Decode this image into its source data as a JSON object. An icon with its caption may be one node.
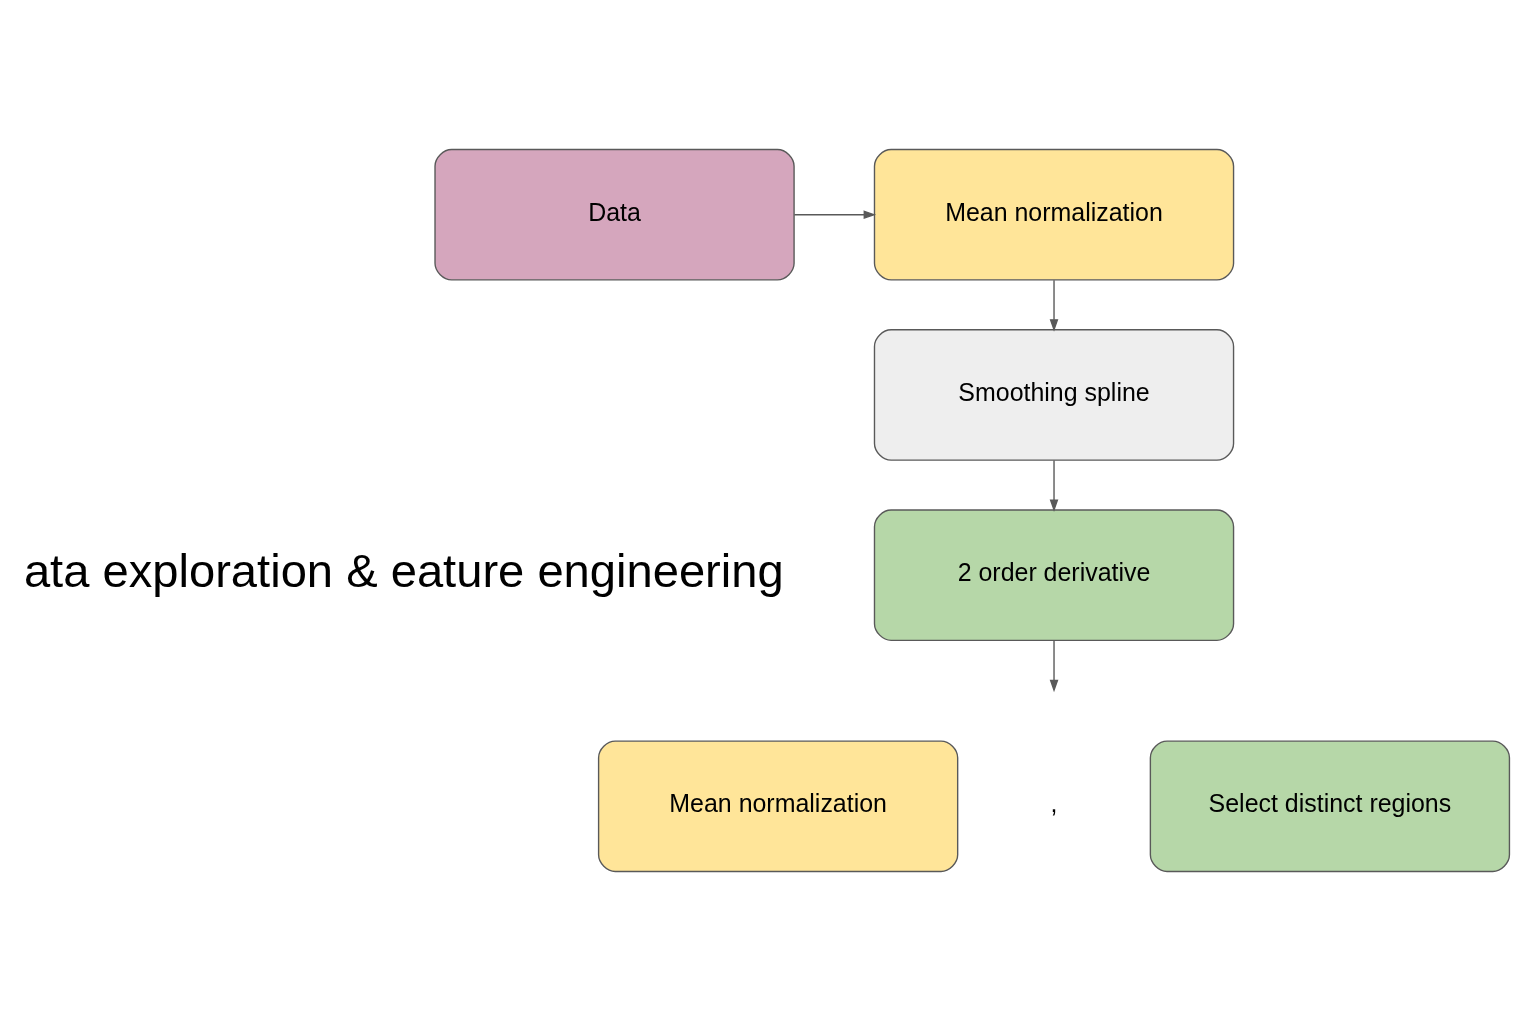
{
  "diagram": {
    "nodes": [
      {
        "text": [
          "Data"
        ]
      },
      {
        "text": [
          "Mean normalization"
        ]
      },
      {
        "text": [
          "Smoothing spline"
        ]
      },
      {
        "text": [
          "2 order derivative"
        ]
      },
      {
        "text": [
          "Mean normalization"
        ]
      },
      {
        "text": [
          "Select distinct regions"
        ]
      }
    ],
    "edges": [
      {
        "from": 0,
        "to": 1,
        "arrow": "to"
      },
      {
        "from": 1,
        "to": 2,
        "arrow": "to"
      },
      {
        "from": 2,
        "to": 3,
        "arrow": "to"
      },
      {
        "from": 3,
        "to": null,
        "arrow": "to"
      }
    ],
    "labels": [
      "ata exploration & eature engineering",
      ","
    ]
  }
}
